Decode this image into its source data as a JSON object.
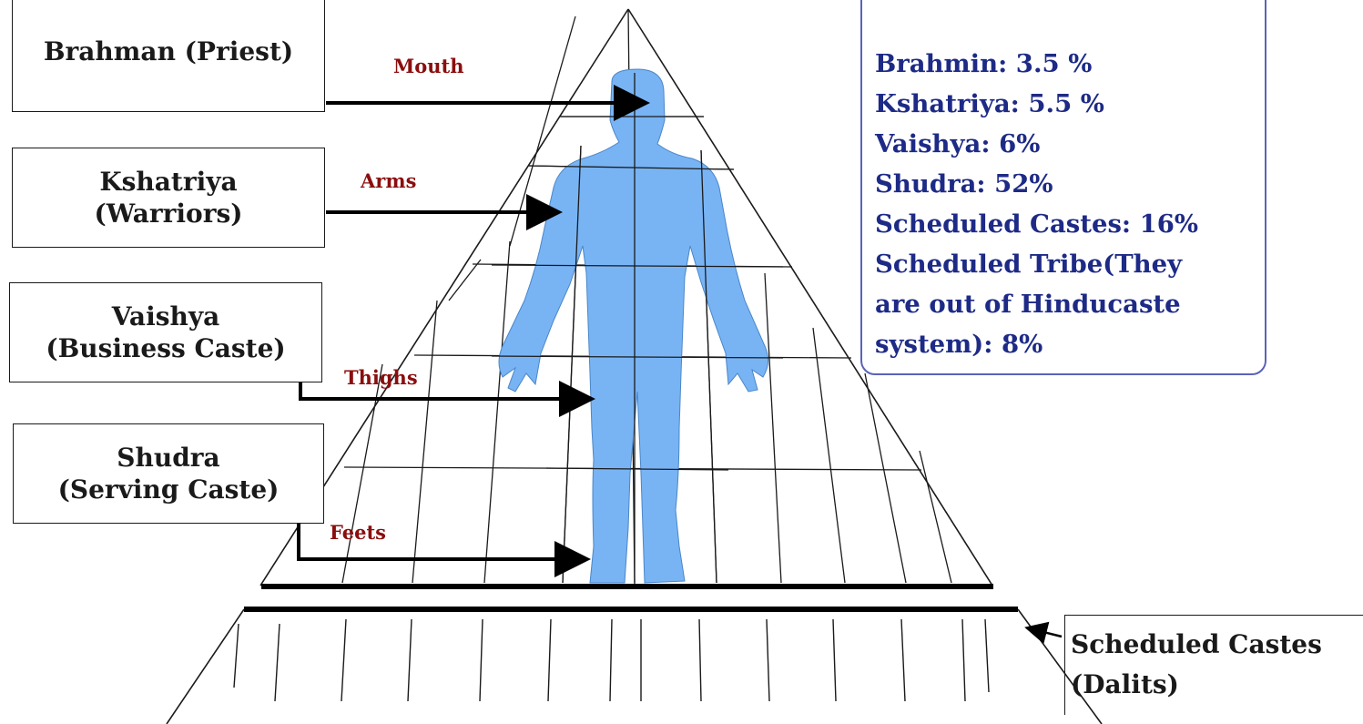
{
  "castes": {
    "brahman": {
      "label": "Brahman  (Priest)"
    },
    "kshatriya": {
      "line1": "Kshatriya",
      "line2": "(Warriors)"
    },
    "vaishya": {
      "line1": "Vaishya",
      "line2": "(Business Caste)"
    },
    "shudra": {
      "line1": "Shudra",
      "line2": "(Serving Caste)"
    },
    "scheduled": {
      "line1": "Scheduled Castes",
      "line2": "(Dalits)"
    }
  },
  "body_parts": {
    "mouth": "Mouth",
    "arms": "Arms",
    "thighs": "Thighs",
    "feet": "Feets"
  },
  "population": [
    "Brahmin: 3.5 %",
    "Kshatriya: 5.5 %",
    "Vaishya: 6%",
    "Shudra: 52%",
    "Scheduled Castes: 16%",
    "Scheduled Tribe(They",
    "are out of Hinducaste",
    "system): 8%"
  ],
  "colors": {
    "figure": "#78b4f4",
    "body_label": "#8b0e0e",
    "stat_text": "#1d2a86",
    "panel_border": "#5a63b8"
  }
}
